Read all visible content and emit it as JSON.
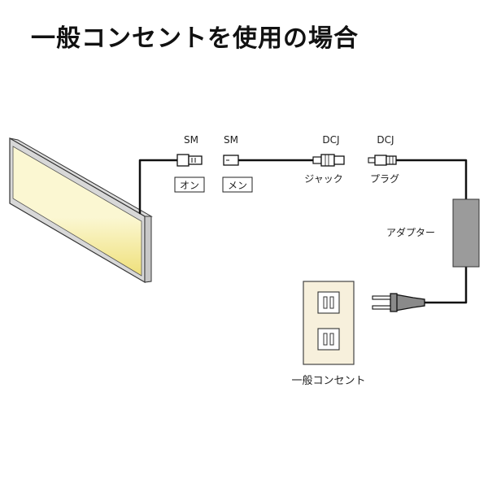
{
  "title": "一般コンセントを使用の場合",
  "connectors": {
    "sm_male": {
      "type": "SM",
      "gender": "オン"
    },
    "sm_female": {
      "type": "SM",
      "gender": "メン"
    },
    "dc_jack": {
      "type": "DCJ",
      "label": "ジャック"
    },
    "dc_plug": {
      "type": "DCJ",
      "label": "プラグ"
    }
  },
  "adapter_label": "アダプター",
  "outlet_label": "一般コンセント",
  "colors": {
    "panel_light": "#fbf7d2",
    "panel_glow": "#efe07a",
    "adapter": "#9b9b9b",
    "outlet": "#f7f0dc",
    "cable": "#111111"
  }
}
